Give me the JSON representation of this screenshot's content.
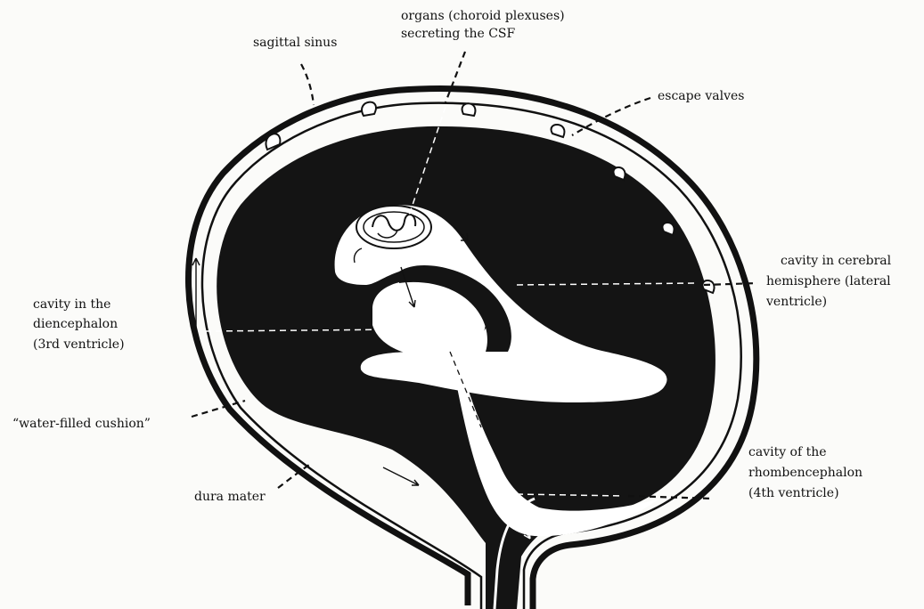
{
  "labels": {
    "organs_line1": "organs (choroid plexuses)",
    "organs_line2": "secreting the CSF",
    "sagittal_sinus": "sagittal sinus",
    "escape_valves": "escape valves",
    "cerebral_line1": "cavity in cerebral",
    "cerebral_line2": "hemisphere (lateral",
    "cerebral_line3": "ventricle)",
    "dien_line1": "cavity in the",
    "dien_line2": "diencephalon",
    "dien_line3": "(3rd ventricle)",
    "cushion": "“water-filled cushion”",
    "dura": "dura mater",
    "rhomb_line1": "cavity of the",
    "rhomb_line2": "rhombencephalon",
    "rhomb_line3": "(4th ventricle)"
  },
  "colors": {
    "ink": "#111111",
    "paper": "#fbfbf9",
    "brain": "#141414",
    "cavity": "#ffffff"
  }
}
